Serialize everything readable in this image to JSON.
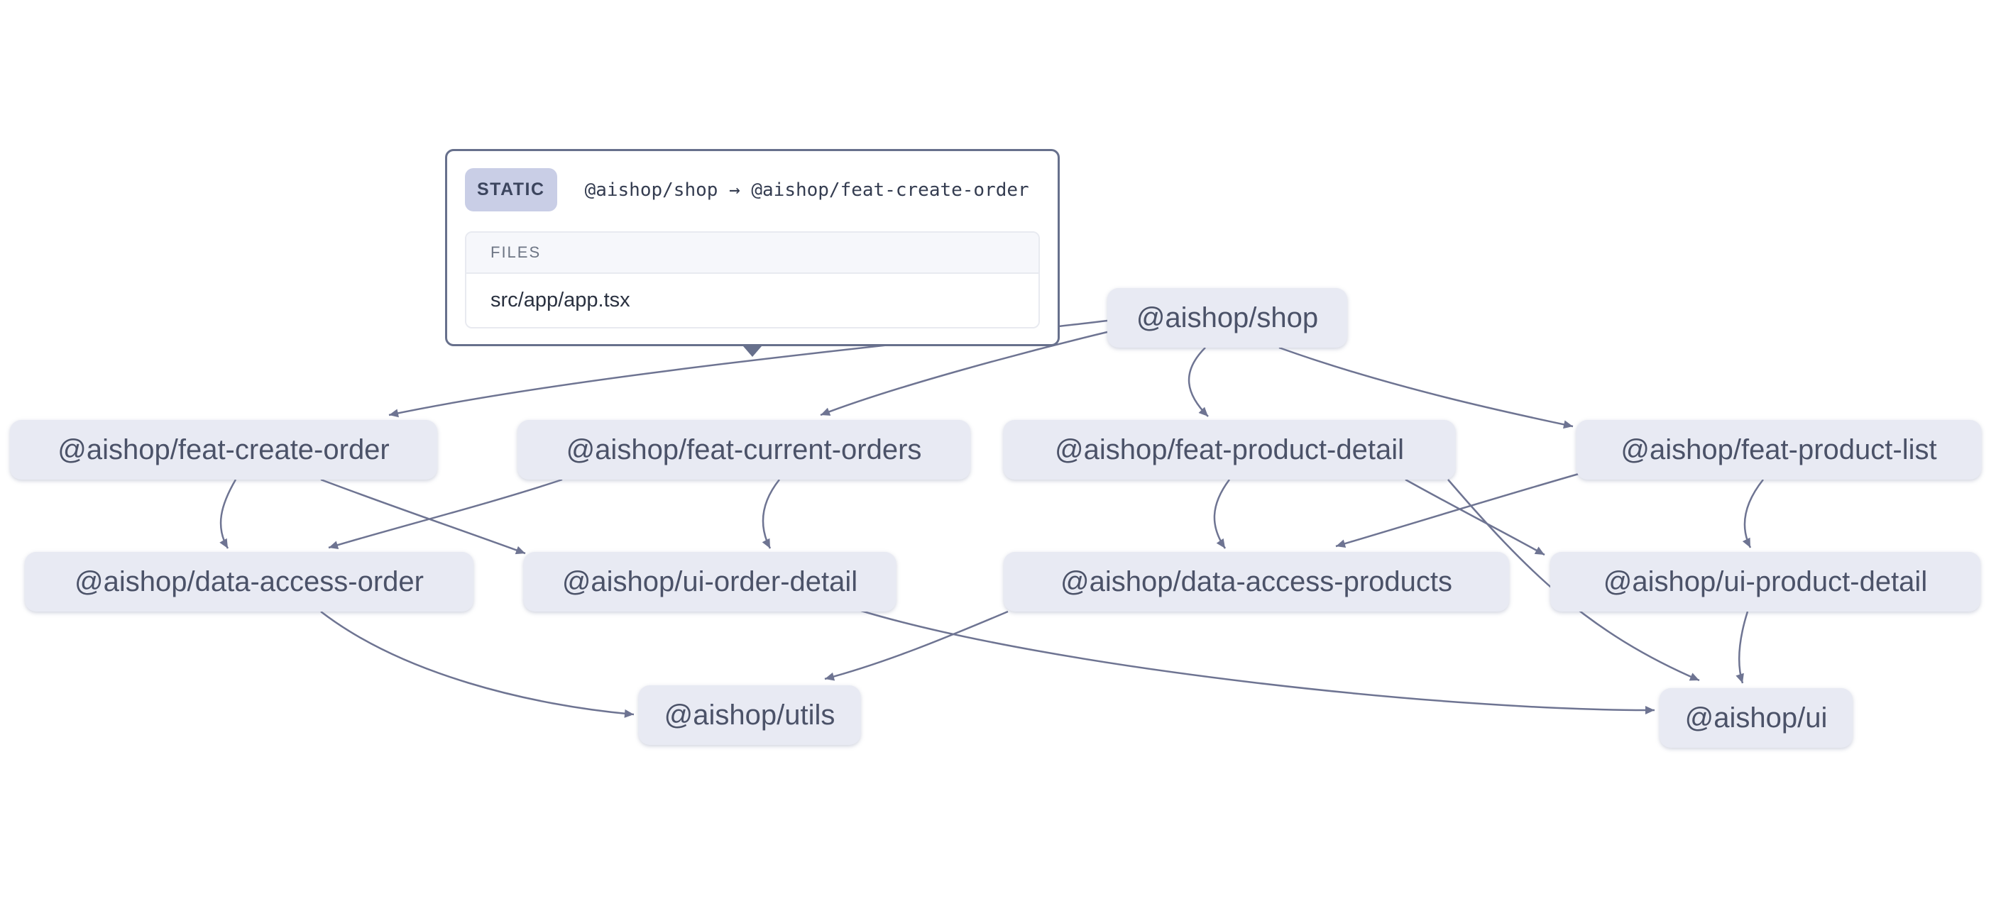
{
  "graph": {
    "nodes": [
      {
        "id": "shop",
        "label": "@aishop/shop"
      },
      {
        "id": "feat-create-order",
        "label": "@aishop/feat-create-order"
      },
      {
        "id": "feat-current-orders",
        "label": "@aishop/feat-current-orders"
      },
      {
        "id": "feat-product-detail",
        "label": "@aishop/feat-product-detail"
      },
      {
        "id": "feat-product-list",
        "label": "@aishop/feat-product-list"
      },
      {
        "id": "data-access-order",
        "label": "@aishop/data-access-order"
      },
      {
        "id": "ui-order-detail",
        "label": "@aishop/ui-order-detail"
      },
      {
        "id": "data-access-products",
        "label": "@aishop/data-access-products"
      },
      {
        "id": "ui-product-detail",
        "label": "@aishop/ui-product-detail"
      },
      {
        "id": "utils",
        "label": "@aishop/utils"
      },
      {
        "id": "ui",
        "label": "@aishop/ui"
      }
    ],
    "edges": [
      {
        "from": "shop",
        "to": "feat-create-order",
        "type": "static",
        "hovered": true
      },
      {
        "from": "shop",
        "to": "feat-current-orders",
        "type": "static",
        "hovered": false
      },
      {
        "from": "shop",
        "to": "feat-product-detail",
        "type": "static",
        "hovered": false
      },
      {
        "from": "shop",
        "to": "feat-product-list",
        "type": "static",
        "hovered": false
      },
      {
        "from": "feat-create-order",
        "to": "data-access-order",
        "type": "static",
        "hovered": false
      },
      {
        "from": "feat-create-order",
        "to": "ui-order-detail",
        "type": "static",
        "hovered": false
      },
      {
        "from": "feat-current-orders",
        "to": "data-access-order",
        "type": "static",
        "hovered": false
      },
      {
        "from": "feat-current-orders",
        "to": "ui-order-detail",
        "type": "static",
        "hovered": false
      },
      {
        "from": "feat-product-detail",
        "to": "data-access-products",
        "type": "static",
        "hovered": false
      },
      {
        "from": "feat-product-detail",
        "to": "ui-product-detail",
        "type": "static",
        "hovered": false
      },
      {
        "from": "feat-product-detail",
        "to": "ui",
        "type": "static",
        "hovered": false
      },
      {
        "from": "feat-product-list",
        "to": "data-access-products",
        "type": "static",
        "hovered": false
      },
      {
        "from": "feat-product-list",
        "to": "ui-product-detail",
        "type": "static",
        "hovered": false
      },
      {
        "from": "data-access-order",
        "to": "utils",
        "type": "static",
        "hovered": false
      },
      {
        "from": "data-access-products",
        "to": "utils",
        "type": "static",
        "hovered": false
      },
      {
        "from": "ui-order-detail",
        "to": "ui",
        "type": "static",
        "hovered": false
      },
      {
        "from": "ui-product-detail",
        "to": "ui",
        "type": "static",
        "hovered": false
      }
    ]
  },
  "tooltip": {
    "badge": "STATIC",
    "title": "@aishop/shop → @aishop/feat-create-order",
    "files_header": "FILES",
    "files": [
      "src/app/app.tsx"
    ]
  },
  "colors": {
    "canvas_bg": "#ffffff",
    "node_bg": "#e8eaf3",
    "node_text": "#4b5268",
    "edge_color": "#6e7492",
    "tooltip_border": "#67708c",
    "tooltip_bg": "#ffffff",
    "badge_bg": "#c9cee6",
    "badge_text": "#3c455e",
    "title_text": "#343c50",
    "files_header_bg": "#f6f7fb",
    "files_header_text": "#6d7584",
    "files_box_border": "#e8eaf0",
    "file_text": "#2a3140"
  }
}
